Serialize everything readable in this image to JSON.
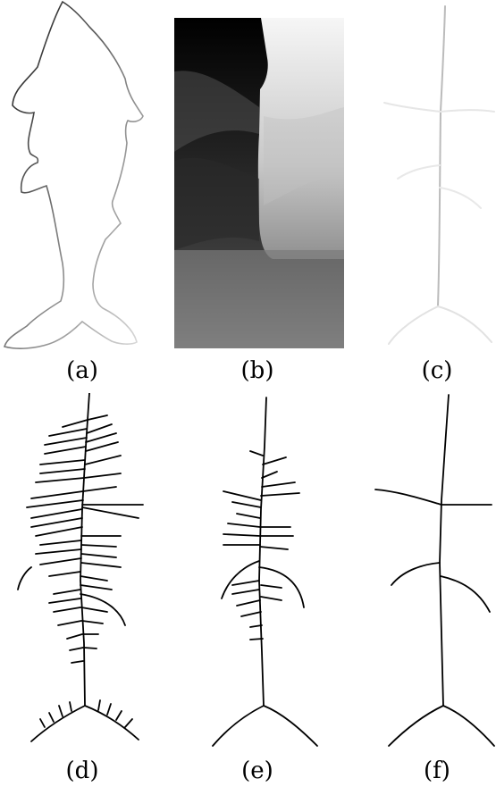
{
  "figure": {
    "panels": [
      {
        "key": "a",
        "caption": "(a)",
        "content": "fish-contour"
      },
      {
        "key": "b",
        "caption": "(b)",
        "content": "distance-transform-map"
      },
      {
        "key": "c",
        "caption": "(c)",
        "content": "faint-skeleton-map"
      },
      {
        "key": "d",
        "caption": "(d)",
        "content": "dense-skeleton"
      },
      {
        "key": "e",
        "caption": "(e)",
        "content": "pruned-skeleton"
      },
      {
        "key": "f",
        "caption": "(f)",
        "content": "final-skeleton"
      }
    ]
  }
}
